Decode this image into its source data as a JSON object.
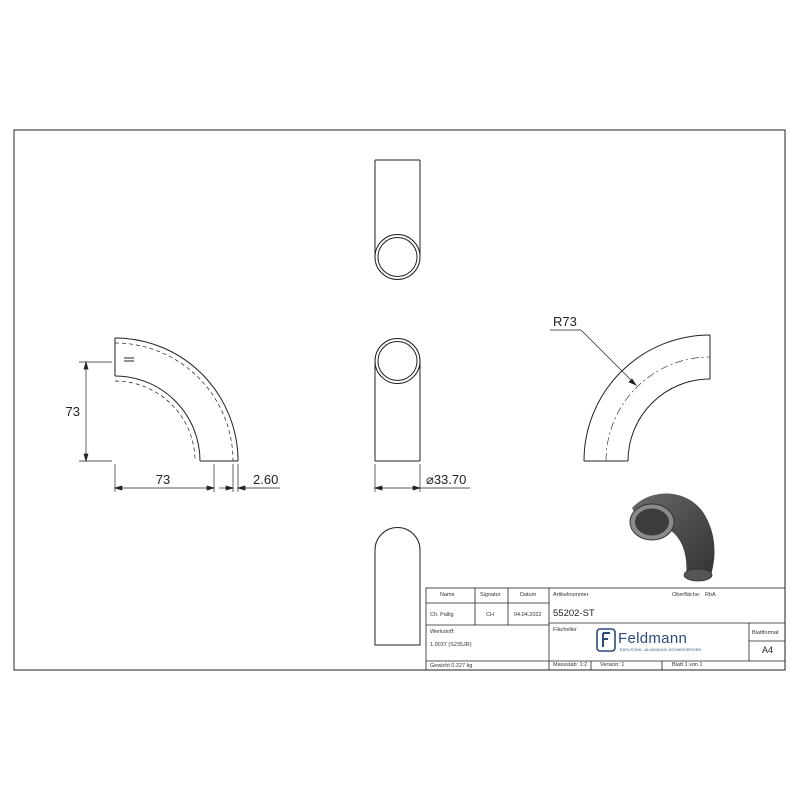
{
  "dimensions": {
    "height_left": "73",
    "width_left": "73",
    "wall_thickness": "2.60",
    "diameter": "⌀33.70",
    "radius": "R73"
  },
  "title_block": {
    "header_name": "Name",
    "header_signature": "Signatur",
    "header_date": "Datum",
    "drawn_name": "Ch. Pallig",
    "drawn_signature": "CH",
    "drawn_date": "04.04.2022",
    "material_label": "Werkstoff:",
    "material_value": "1.0037 (S235JR)",
    "weight": "Gewicht 0.227 kg",
    "article_number_label": "Artikelnummer",
    "surface_label": "Oberfläche:",
    "surface_value": "RbA",
    "article_number": "55202-ST",
    "drawing_title": "Flächeller",
    "company_name": "Feldmann",
    "company_tagline": "EDELSTAHL–ALUMINIUM–SCHMIEDEEISEN",
    "format_label": "Blattformat",
    "format_value": "A4",
    "scale": "Massstab: 1:2",
    "version": "Version: 1",
    "sheet": "Blatt 1 von 1"
  },
  "colors": {
    "line": "#222222",
    "logo": "#2b4a7a"
  }
}
